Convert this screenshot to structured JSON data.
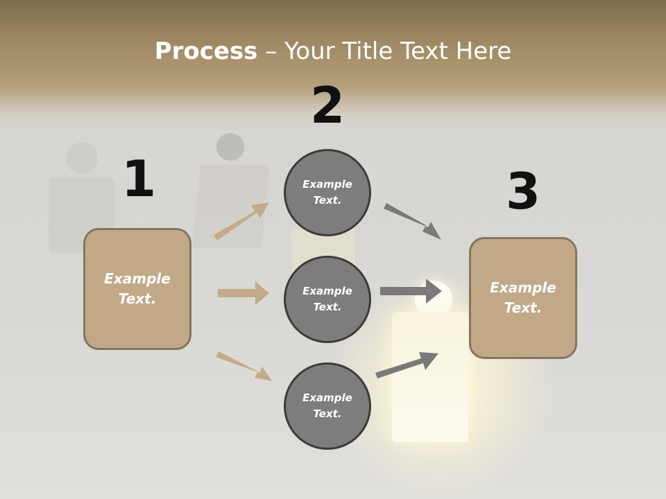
{
  "slide": {
    "title_bold": "Process",
    "title_rest": " – Your Title Text Here"
  },
  "steps": [
    {
      "number": "1"
    },
    {
      "number": "2"
    },
    {
      "number": "3"
    }
  ],
  "left_box": {
    "text": "Example\nText."
  },
  "right_box": {
    "text": "Example\nText."
  },
  "circles": [
    {
      "text": "Example\nText."
    },
    {
      "text": "Example\nText."
    },
    {
      "text": "Example\nText."
    }
  ],
  "colors": {
    "box_fill": "#c1a988",
    "box_border": "#857460",
    "circle_fill": "#7d7d7d",
    "circle_border": "#3c3c3c",
    "tan_arrow": "#c4ab89",
    "gray_arrow": "#7a7a7a"
  }
}
